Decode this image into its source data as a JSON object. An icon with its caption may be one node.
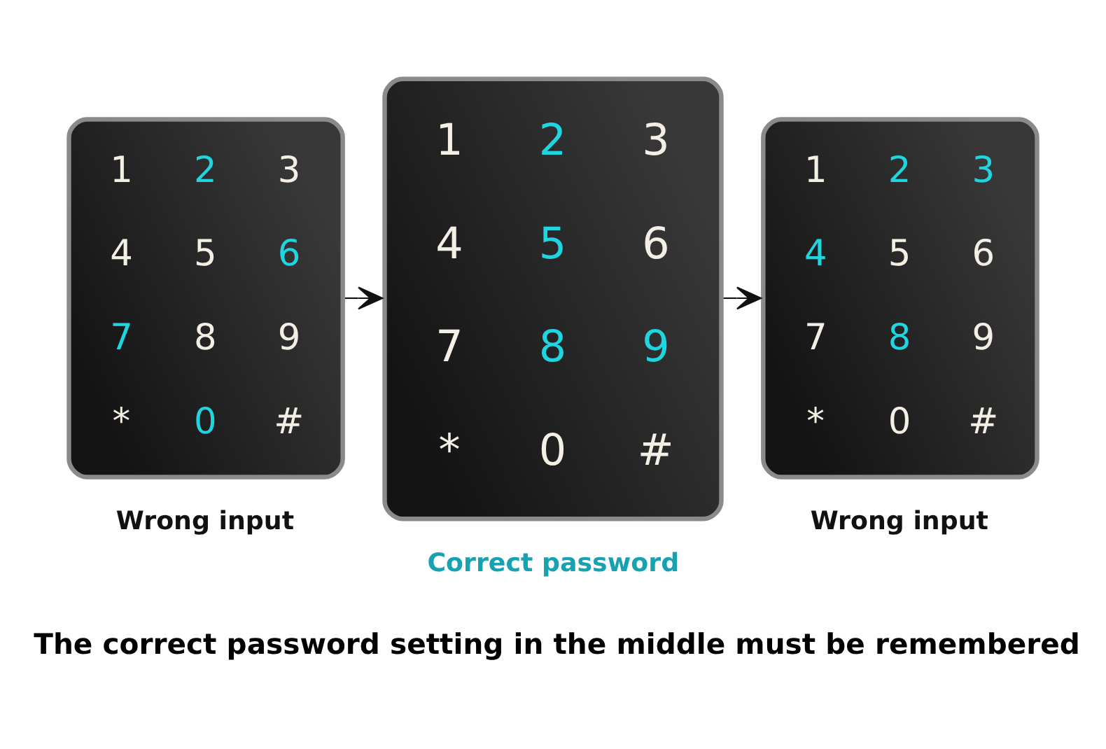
{
  "diagram": {
    "caption": "The correct password setting in the middle must be remembered",
    "nodes": [
      {
        "text": [
          "1",
          "2",
          "3",
          "4",
          "5",
          "6",
          "7",
          "8",
          "9",
          "*",
          "0",
          "#"
        ],
        "beside": [
          "Wrong input"
        ]
      },
      {
        "text": [
          "1",
          "2",
          "3",
          "4",
          "5",
          "6",
          "7",
          "8",
          "9",
          "*",
          "0",
          "#"
        ],
        "beside": [
          "Correct password"
        ]
      },
      {
        "text": [
          "1",
          "2",
          "3",
          "4",
          "5",
          "6",
          "7",
          "8",
          "9",
          "*",
          "0",
          "#"
        ],
        "beside": [
          "Wrong input"
        ]
      }
    ],
    "edges": [
      {
        "from": 0,
        "to": 1,
        "arrow": "to"
      },
      {
        "from": 1,
        "to": 2,
        "arrow": "to"
      }
    ]
  }
}
